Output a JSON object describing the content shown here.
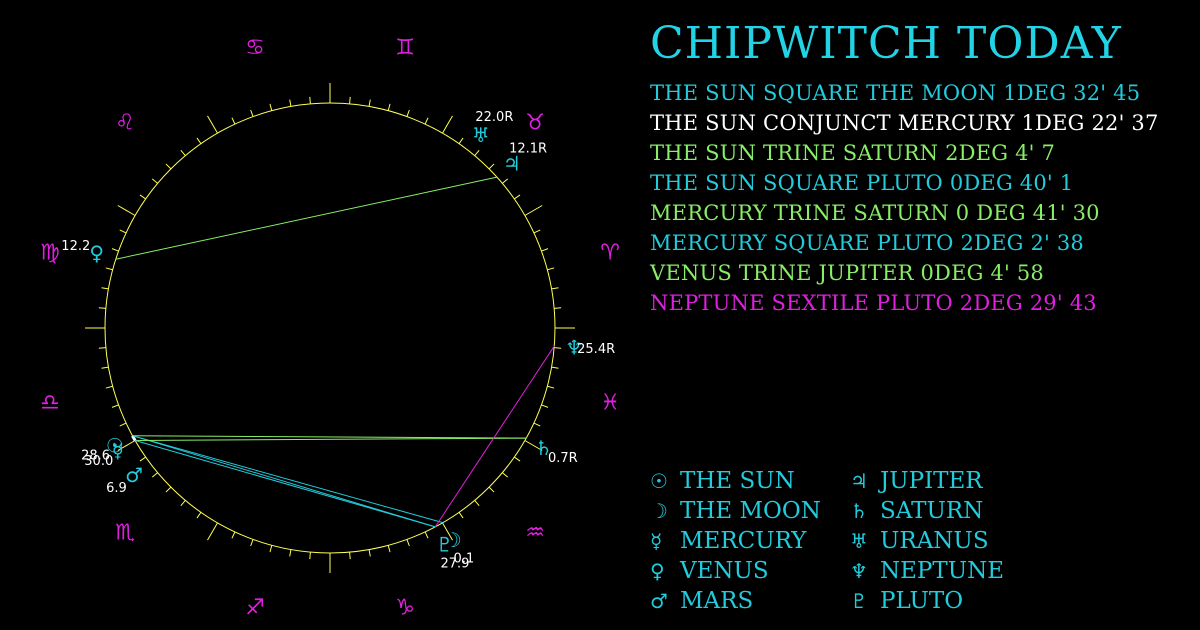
{
  "title": "CHIPWITCH TODAY",
  "colors": {
    "background": "#000000",
    "wheel_circle": "#ffff55",
    "sign": "#e020e0",
    "planet": "#22ccdd",
    "label": "#ffffff",
    "square": "#22ccdd",
    "conjunct": "#ffffff",
    "trine": "#88ee66",
    "sextile": "#e020e0"
  },
  "aspects": [
    {
      "text": "THE SUN SQUARE THE MOON 1DEG 32' 45",
      "color": "#22ccdd"
    },
    {
      "text": "THE SUN CONJUNCT MERCURY 1DEG 22' 37",
      "color": "#ffffff"
    },
    {
      "text": "THE SUN TRINE SATURN 2DEG 4' 7",
      "color": "#88ee66"
    },
    {
      "text": "THE SUN SQUARE PLUTO 0DEG 40' 1",
      "color": "#22ccdd"
    },
    {
      "text": "MERCURY TRINE SATURN 0 DEG 41' 30",
      "color": "#88ee66"
    },
    {
      "text": "MERCURY SQUARE PLUTO 2DEG 2' 38",
      "color": "#22ccdd"
    },
    {
      "text": "VENUS TRINE JUPITER 0DEG 4' 58",
      "color": "#88ee66"
    },
    {
      "text": "NEPTUNE SEXTILE PLUTO 2DEG 29' 43",
      "color": "#e020e0"
    }
  ],
  "legend": [
    {
      "glyph": "☉",
      "name": "THE SUN",
      "icon": "sun-icon"
    },
    {
      "glyph": "☽",
      "name": "THE MOON",
      "icon": "moon-icon"
    },
    {
      "glyph": "☿",
      "name": "MERCURY",
      "icon": "mercury-icon"
    },
    {
      "glyph": "♀",
      "name": "VENUS",
      "icon": "venus-icon"
    },
    {
      "glyph": "♂",
      "name": "MARS",
      "icon": "mars-icon"
    },
    {
      "glyph": "♃",
      "name": "JUPITER",
      "icon": "jupiter-icon"
    },
    {
      "glyph": "♄",
      "name": "SATURN",
      "icon": "saturn-icon"
    },
    {
      "glyph": "♅",
      "name": "URANUS",
      "icon": "uranus-icon"
    },
    {
      "glyph": "♆",
      "name": "NEPTUNE",
      "icon": "neptune-icon"
    },
    {
      "glyph": "♇",
      "name": "PLUTO",
      "icon": "pluto-icon"
    }
  ],
  "signs": [
    {
      "glyph": "♈",
      "name": "aries",
      "longitude": 15
    },
    {
      "glyph": "♉",
      "name": "taurus",
      "longitude": 45
    },
    {
      "glyph": "♊",
      "name": "gemini",
      "longitude": 75
    },
    {
      "glyph": "♋",
      "name": "cancer",
      "longitude": 105
    },
    {
      "glyph": "♌",
      "name": "leo",
      "longitude": 135
    },
    {
      "glyph": "♍",
      "name": "virgo",
      "longitude": 165
    },
    {
      "glyph": "♎",
      "name": "libra",
      "longitude": 195
    },
    {
      "glyph": "♏",
      "name": "scorpio",
      "longitude": 225
    },
    {
      "glyph": "♐",
      "name": "sagittarius",
      "longitude": 255
    },
    {
      "glyph": "♑",
      "name": "capricorn",
      "longitude": 285
    },
    {
      "glyph": "♒",
      "name": "aquarius",
      "longitude": 315
    },
    {
      "glyph": "♓",
      "name": "pisces",
      "longitude": 345
    }
  ],
  "planets": [
    {
      "key": "sun",
      "glyph": "☉",
      "longitude": 208.6,
      "label": "28.6"
    },
    {
      "key": "mercury",
      "glyph": "☿",
      "longitude": 210.0,
      "label": "30.0"
    },
    {
      "key": "moon",
      "glyph": "☽",
      "longitude": 300.1,
      "label": "0.1"
    },
    {
      "key": "pluto",
      "glyph": "♇",
      "longitude": 297.9,
      "label": "27.9"
    },
    {
      "key": "mars",
      "glyph": "♂",
      "longitude": 216.9,
      "label": "6.9"
    },
    {
      "key": "saturn",
      "glyph": "♄",
      "longitude": 330.7,
      "label": "0.7R"
    },
    {
      "key": "neptune",
      "glyph": "♆",
      "longitude": 355.4,
      "label": "25.4R"
    },
    {
      "key": "venus",
      "glyph": "♀",
      "longitude": 162.2,
      "label": "12.2"
    },
    {
      "key": "jupiter",
      "glyph": "♃",
      "longitude": 42.1,
      "label": "12.1R"
    },
    {
      "key": "uranus",
      "glyph": "♅",
      "longitude": 52.0,
      "label": "22.0R"
    }
  ],
  "aspect_lines": [
    {
      "from": "sun",
      "to": "moon",
      "type": "square"
    },
    {
      "from": "sun",
      "to": "mercury",
      "type": "conjunct"
    },
    {
      "from": "sun",
      "to": "saturn",
      "type": "trine"
    },
    {
      "from": "sun",
      "to": "pluto",
      "type": "square"
    },
    {
      "from": "mercury",
      "to": "saturn",
      "type": "trine"
    },
    {
      "from": "mercury",
      "to": "pluto",
      "type": "square"
    },
    {
      "from": "venus",
      "to": "jupiter",
      "type": "trine"
    },
    {
      "from": "neptune",
      "to": "pluto",
      "type": "sextile"
    }
  ]
}
